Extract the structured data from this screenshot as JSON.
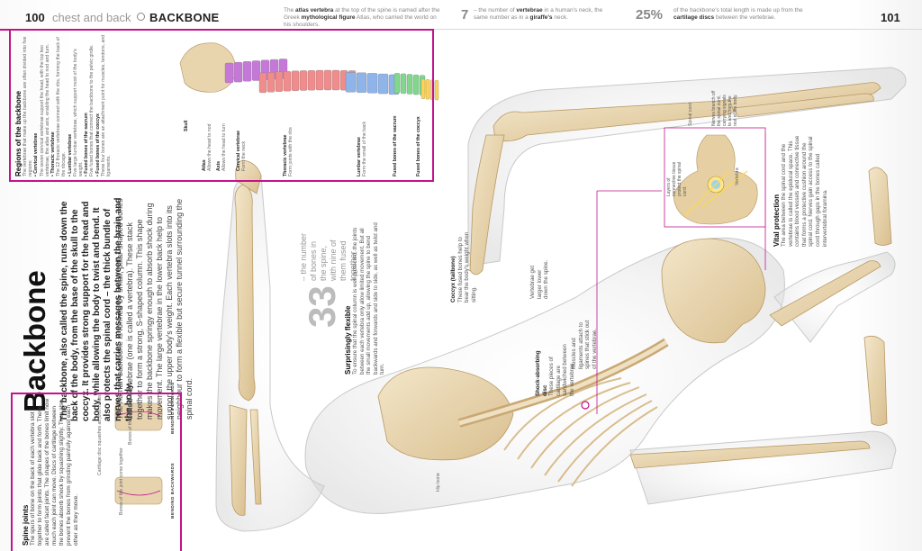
{
  "header": {
    "page_left": "100",
    "chapter": "chest and back",
    "section": "BACKBONE",
    "page_right": "101",
    "fact1_pre": "The ",
    "fact1_b1": "atlas vertebra",
    "fact1_mid": " at the top of the spine is named after the Greek ",
    "fact1_b2": "mythological figure",
    "fact1_end": " Atlas, who carried the world on his shoulders.",
    "fact2_num": "7",
    "fact2_pre": "– the number of ",
    "fact2_b1": "vertebrae",
    "fact2_mid": " in a human's neck, the same number as in a ",
    "fact2_b2": "giraffe's",
    "fact2_end": " neck.",
    "fact3_num": "25%",
    "fact3_pre": " of the backbone's total length is made up from the ",
    "fact3_b": "cartilage discs",
    "fact3_end": " between the vertebrae."
  },
  "main": {
    "title": "Backbone",
    "intro": "The backbone, also called the spine, runs down the back of the body, from the base of the skull to the coccyx. It provides strong support for the head and body, while allowing the body to twist and bend. It also protects the spinal cord – the thick bundle of nerves that carries messages between the brain and the body.",
    "body": "The human backbone is formed by small, pillar-shaped bones called vertebrae (one is called a vertebra). These stack together to form a strong, S-shaped column. This shape makes the backbone springy enough to absorb shock during movement. The large vertebrae in the lower back help to support the upper body's weight. Each vertebra slots into its neighbour to form a flexible but secure tunnel surrounding the spinal cord."
  },
  "regions": {
    "heading": "Regions of the backbone",
    "intro": "The vertebrae that make up the backbone are often divided into five regions:",
    "items": [
      {
        "name": "Cervical vertebrae",
        "text": "The seven cervical vertebrae support the head, with the top two vertebrae, the atlas and axis, enabling the head to nod and turn."
      },
      {
        "name": "Thoracic vertebrae",
        "text": "The 12 thoracic vertebrae connect with the ribs, forming the back of the ribcage."
      },
      {
        "name": "Lumbar vertebrae",
        "text": "Five large lumbar vertebrae, which support most of the body's weight."
      },
      {
        "name": "Fused bones of the sacrum",
        "text": "Five fused bones that connect the backbone to the pelvic girdle."
      },
      {
        "name": "Fused bones of the coccyx",
        "text": "These four bones are an attachment point for muscles, tendons, and ligaments."
      }
    ]
  },
  "diagram_labels": {
    "skull": "Skull",
    "atlas": "Atlas",
    "atlas_desc": "Allows the head to nod",
    "axis": "Axis",
    "axis_desc": "Allows the head to turn",
    "cervical": "Cervical vertebrae",
    "cervical_desc": "Form the neck",
    "thoracic": "Thoracic vertebrae",
    "thoracic_desc": "Form joints with the ribs",
    "lumbar": "Lumbar vertebrae",
    "lumbar_desc": "Form the small of the back",
    "sacrum": "Fused bones of the sacrum",
    "coccyx": "Fused bones of the coccyx"
  },
  "stat": {
    "number": "33",
    "text": "– the number of bones in the spine, with nine of them fused together."
  },
  "flexible": {
    "heading": "Surprisingly flexible",
    "text": "To ensure that the spinal column is well protected, the joints between each vertebra only allow limited movement. But all the small movements add up, allowing the spine to bend backwards and forwards and side to side, as well as twist and turn."
  },
  "annotations": {
    "coccyx": "Coccyx (tailbone)",
    "coccyx_desc": "These fused bones help to bear the body's weight when sitting.",
    "vert_col": "Vertebrae get larger lower down the spine.",
    "disc": "Shock-absorbing disc",
    "disc_desc": "These pieces of cartilage are sandwiched between the vertebrae.",
    "muscles": "Muscles and ligaments attach to spines that stick out of the vertebrae.",
    "hip": "Hip bone",
    "spinal_cord": "Spinal cord",
    "nerves": "Nerves branch off the spinal cord, carrying signals to and from the rest of the body.",
    "layers": "Layers of connective tissue protect the spinal cord.",
    "vertebra": "Vertebra"
  },
  "vital": {
    "heading": "Vital protection",
    "text": "The area between the spinal cord and the vertebrae is called the epidural space. This contains blood vessels and connective tissue that forms a protective cushion around the spinal cord. Nerves gain access to the spinal cord through gaps in the bones called intervertebral foramina."
  },
  "spine_joints": {
    "heading": "Spine joints",
    "text": "The spurs of bone on the back of each vertebra slot together to form joints that glide back and forth. These are called facet joints. The shapes of the bones limit how much each joint can move. Discs of cartilage between the bones absorb shock by squashing slightly. They also prevent the bones from grinding painfully against each other as they move.",
    "lbl_pushed": "Bones of the joint push apart",
    "lbl_together": "Bones of the joint come together",
    "lbl_disc": "Cartilage disc squashes as joint moves",
    "tag_forward": "BENDING FORWARDS",
    "tag_back": "BENDING BACKWARDS"
  },
  "colors": {
    "accent": "#c3128e",
    "bone": "#e7d3ae",
    "cervical": "#c678d8",
    "thoracic": "#f08c8c",
    "lumbar": "#8fb4ea",
    "sacrum": "#7fd88c",
    "coccyx": "#ffd35a"
  }
}
